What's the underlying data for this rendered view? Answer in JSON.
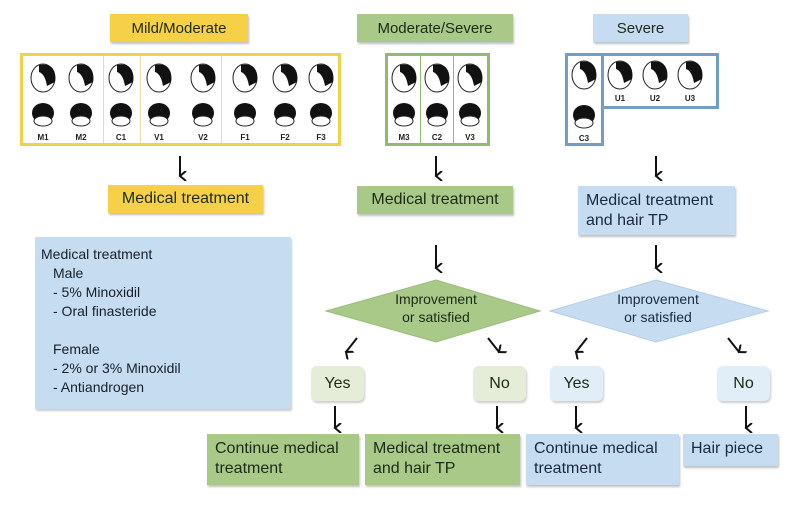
{
  "colors": {
    "mild_moderate": "#f6d047",
    "moderate_severe": "#a8c987",
    "severe": "#c6dcf0",
    "yes_no_green": "#e5edd9",
    "yes_no_blue": "#e2eef7"
  },
  "columns": {
    "mild_moderate": {
      "title": "Mild/Moderate",
      "patterns": [
        "M1",
        "M2",
        "C1",
        "V1",
        "V2",
        "F1",
        "F2",
        "F3"
      ],
      "treatment": "Medical treatment"
    },
    "moderate_severe": {
      "title": "Moderate/Severe",
      "patterns": [
        "M3",
        "C2",
        "V3"
      ],
      "treatment": "Medical treatment",
      "decision": {
        "line1": "Improvement",
        "line2": "or satisfied"
      },
      "yes_label": "Yes",
      "no_label": "No",
      "yes_outcome": {
        "line1": "Continue medical",
        "line2": "treatment"
      },
      "no_outcome": {
        "line1": "Medical treatment",
        "line2": "and hair TP"
      }
    },
    "severe": {
      "title": "Severe",
      "patterns": [
        "C3",
        "U1",
        "U2",
        "U3"
      ],
      "treatment": {
        "line1": "Medical treatment",
        "line2": "and hair TP"
      },
      "decision": {
        "line1": "Improvement",
        "line2": "or satisfied"
      },
      "yes_label": "Yes",
      "no_label": "No",
      "yes_outcome": {
        "line1": "Continue medical",
        "line2": "treatment"
      },
      "no_outcome": {
        "line1": "Hair piece"
      }
    }
  },
  "info_box": {
    "title": "Medical treatment",
    "male_heading": "Male",
    "male_items": [
      "- 5% Minoxidil",
      "- Oral finasteride"
    ],
    "female_heading": "Female",
    "female_items": [
      "- 2% or 3% Minoxidil",
      "- Antiandrogen"
    ]
  }
}
